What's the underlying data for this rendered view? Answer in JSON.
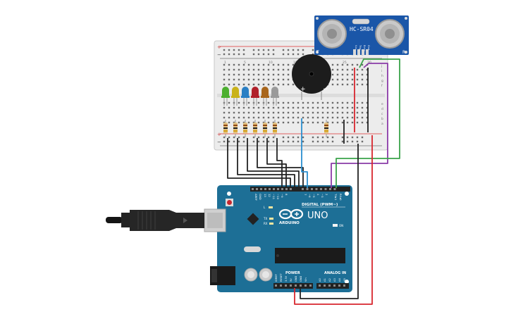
{
  "sensor": {
    "model": "HC-SR04",
    "pins": [
      "Vcc",
      "Trig",
      "Echo",
      "Gnd"
    ],
    "left_mark": "T",
    "right_mark": "R"
  },
  "buzzer": {
    "plus": "+",
    "minus": "−"
  },
  "breadboard": {
    "row_letters_top": [
      "j",
      "i",
      "h",
      "g",
      "f"
    ],
    "row_letters_bottom": [
      "e",
      "d",
      "c",
      "b",
      "a"
    ],
    "col_numbers": [
      "1",
      "5",
      "10",
      "15",
      "20",
      "25",
      "30"
    ],
    "rail_plus": "+",
    "rail_minus": "−"
  },
  "leds": [
    {
      "color": "#4caf2f"
    },
    {
      "color": "#c9b21a"
    },
    {
      "color": "#2a7fc4"
    },
    {
      "color": "#b0202a"
    },
    {
      "color": "#a8661c"
    },
    {
      "color": "#9a9a9a"
    }
  ],
  "arduino": {
    "brand": "ARDUINO",
    "model": "UNO",
    "digital_label": "DIGITAL (PWM~)",
    "power_label": "POWER",
    "analog_label": "ANALOG IN",
    "on_label": "ON",
    "tx_label": "TX",
    "rx_label": "RX",
    "l_label": "L",
    "aref_label": "AREF",
    "gnd_label": "GND",
    "digital_pins": [
      "13",
      "12",
      "~11",
      "~10",
      "~9",
      "8",
      "7",
      "~6",
      "~5",
      "4",
      "~3",
      "2",
      "TX▸1",
      "RX◂0"
    ],
    "power_pins": [
      "IOREF",
      "RESET",
      "3.3V",
      "5V",
      "GND",
      "GND",
      "Vin"
    ],
    "analog_pins": [
      "A0",
      "A1",
      "A2",
      "A3",
      "A4",
      "A5"
    ],
    "board_color": "#1d6f96"
  },
  "wires": {
    "colors": {
      "black": "#222222",
      "blue": "#2b8fd0",
      "green": "#3aa34a",
      "purple": "#8a3ba8",
      "red": "#d8262e"
    }
  }
}
